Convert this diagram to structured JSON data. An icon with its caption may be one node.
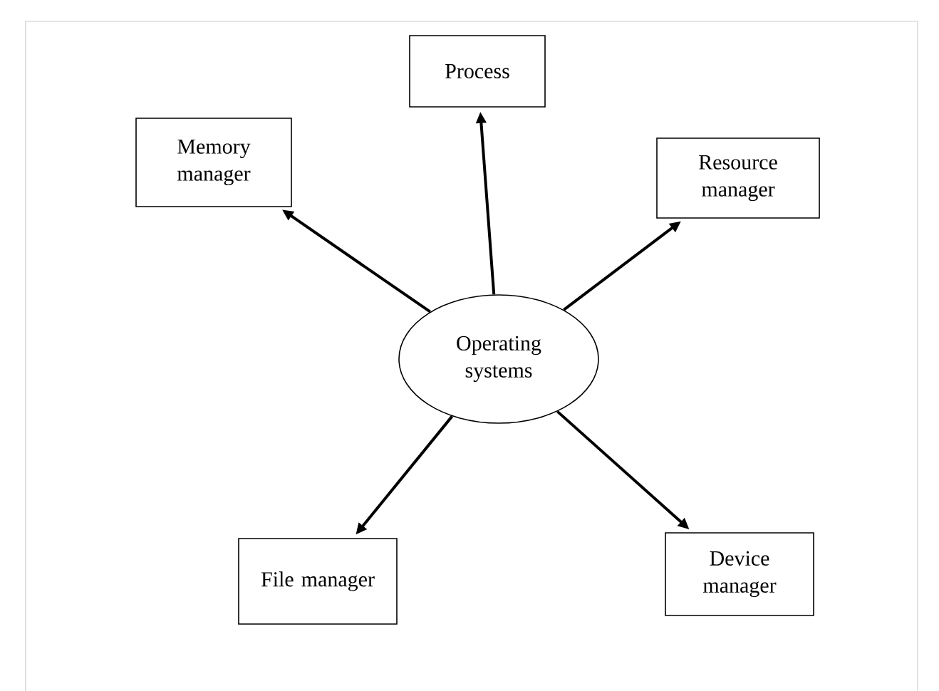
{
  "diagram": {
    "nodes": [
      {
        "text": [
          "Process"
        ]
      },
      {
        "text": [
          "Memory manager"
        ]
      },
      {
        "text": [
          "Resource manager"
        ]
      },
      {
        "text": [
          "Operating systems"
        ]
      },
      {
        "text": [
          "File manager"
        ]
      },
      {
        "text": [
          "Device manager"
        ]
      }
    ],
    "edges": [
      {
        "from": 3,
        "to": 0,
        "arrow": "to"
      },
      {
        "from": 3,
        "to": 1,
        "arrow": "to"
      },
      {
        "from": 3,
        "to": 2,
        "arrow": "to"
      },
      {
        "from": 3,
        "to": 4,
        "arrow": "to"
      },
      {
        "from": 3,
        "to": 5,
        "arrow": "to"
      }
    ]
  }
}
